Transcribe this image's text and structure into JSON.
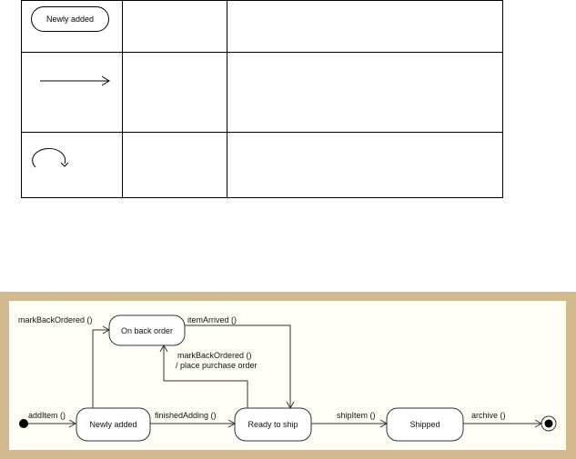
{
  "legend": {
    "rows": [
      {
        "symbol": "state",
        "sample_label": "Newly added",
        "name": "",
        "description": ""
      },
      {
        "symbol": "transition-arrow",
        "name": "",
        "description": ""
      },
      {
        "symbol": "self-transition",
        "name": "",
        "description": ""
      }
    ]
  },
  "diagram": {
    "states": {
      "on_back_order": "On back order",
      "newly_added": "Newly added",
      "ready_to_ship": "Ready to ship",
      "shipped": "Shipped"
    },
    "transitions": {
      "add_item": "addItem ()",
      "mark_back_ordered_1": "markBackOrdered ()",
      "item_arrived": "itemArrived ()",
      "mark_back_ordered_2": "markBackOrdered ()",
      "place_purchase_order": "/ place purchase order",
      "finished_adding": "finishedAdding ()",
      "ship_item": "shipItem ()",
      "archive": "archive ()"
    },
    "colors": {
      "frame": "#d2b98e",
      "canvas": "#fffef6"
    }
  }
}
